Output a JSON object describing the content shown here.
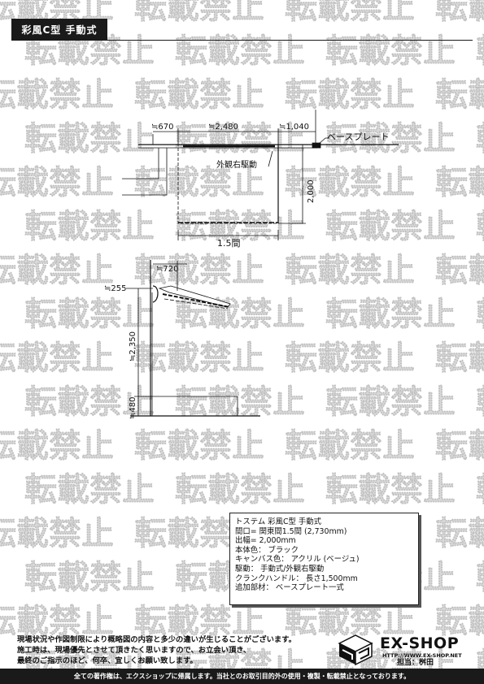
{
  "header": {
    "title": "彩風C型 手動式"
  },
  "watermark": {
    "text": "転載禁止"
  },
  "plan_view": {
    "dim_left": "≒670",
    "dim_middle": "≒2,480",
    "dim_right": "≒1,040",
    "base_plate_label": "ベースプレート",
    "drive_label": "外観右駆動",
    "depth_label": "2,000",
    "width_label": "1.5間"
  },
  "side_view": {
    "dim_top": "≒720",
    "dim_offset": "≒255",
    "dim_height": "≒2,350",
    "dim_bottom": "≒480"
  },
  "spec": {
    "lines": [
      "トステム 彩風C型 手動式",
      "間口= 関東間1.5間 (2,730mm)",
      "出幅= 2,000mm",
      "本体色： ブラック",
      "キャンバス色： アクリル (ベージュ)",
      "駆動： 手動式/外観右駆動",
      "クランクハンドル： 長さ1,500mm",
      "追加部材： ベースプレート一式"
    ]
  },
  "disclaimer": {
    "lines": [
      "現場状況や作図制限により概略図の内容と多少の違いが生じることがございます。",
      "施工時は、現場優先とさせて頂きたく思いますので、お立会い頂き、",
      "最終のご指示のほど、何卒、宜しくお願い致します。"
    ]
  },
  "brand": {
    "name": "EX-SHOP",
    "url": "HTTP://WWW.EX-SHOP.NET",
    "staff": "担当：桝田"
  },
  "footer": {
    "text": "全ての著作権は、エクスショップに帰属します。当社とのお取引目的外の使用・複製・転載禁止となっております。"
  }
}
